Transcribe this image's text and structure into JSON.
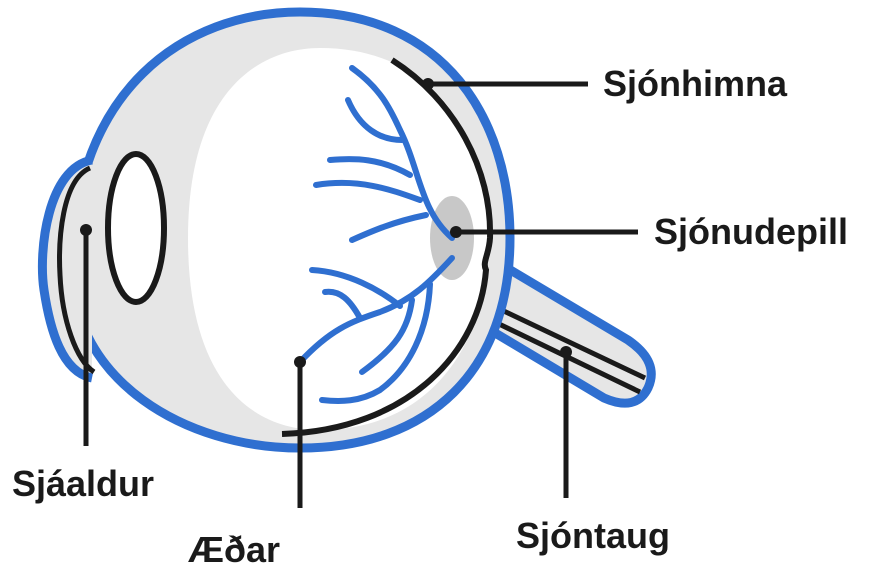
{
  "labels": {
    "retina": "Sjónhimna",
    "optic_disc": "Sjónudepill",
    "pupil": "Sjáaldur",
    "vessels": "Æðar",
    "optic_nerve": "Sjóntaug"
  },
  "colors": {
    "outline_blue": "#2f6fd0",
    "fill_gray": "#e6e6e6",
    "line_black": "#1a1a1a",
    "background": "#ffffff"
  }
}
